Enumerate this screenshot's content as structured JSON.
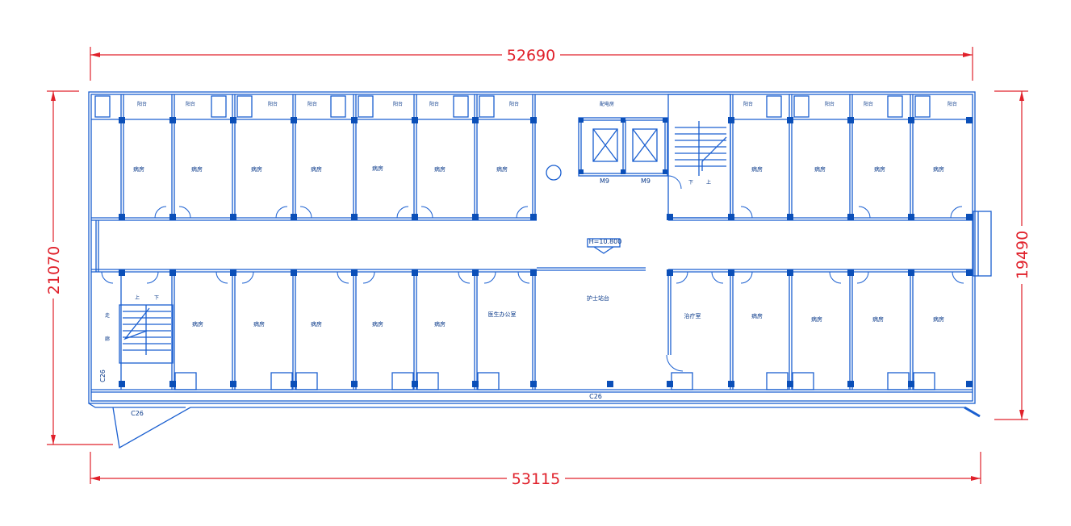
{
  "dimensions": {
    "top": "52690",
    "bottom": "53115",
    "left": "21070",
    "right": "19490"
  },
  "labels": {
    "ward": "病房",
    "balcony": "阳台",
    "stair_up": "上",
    "stair_down": "下",
    "stair_up_r": "上",
    "stair_down_r": "下",
    "elevator_a": "M9",
    "elevator_b": "M9",
    "elevator_hall": "配电房",
    "elevation": "H=10.800",
    "nurse_station": "护士站台",
    "doctor_office": "医生办公室",
    "treatment_room": "治疗室",
    "window_c26_mid": "C26",
    "window_c26_left": "C26",
    "window_c26_bottom": "C26",
    "side_chars": [
      "走",
      "廊"
    ]
  },
  "colors": {
    "line": "#1a5fd0",
    "column": "#0b4fb8",
    "dimension": "#e0202a",
    "background": "#ffffff"
  }
}
